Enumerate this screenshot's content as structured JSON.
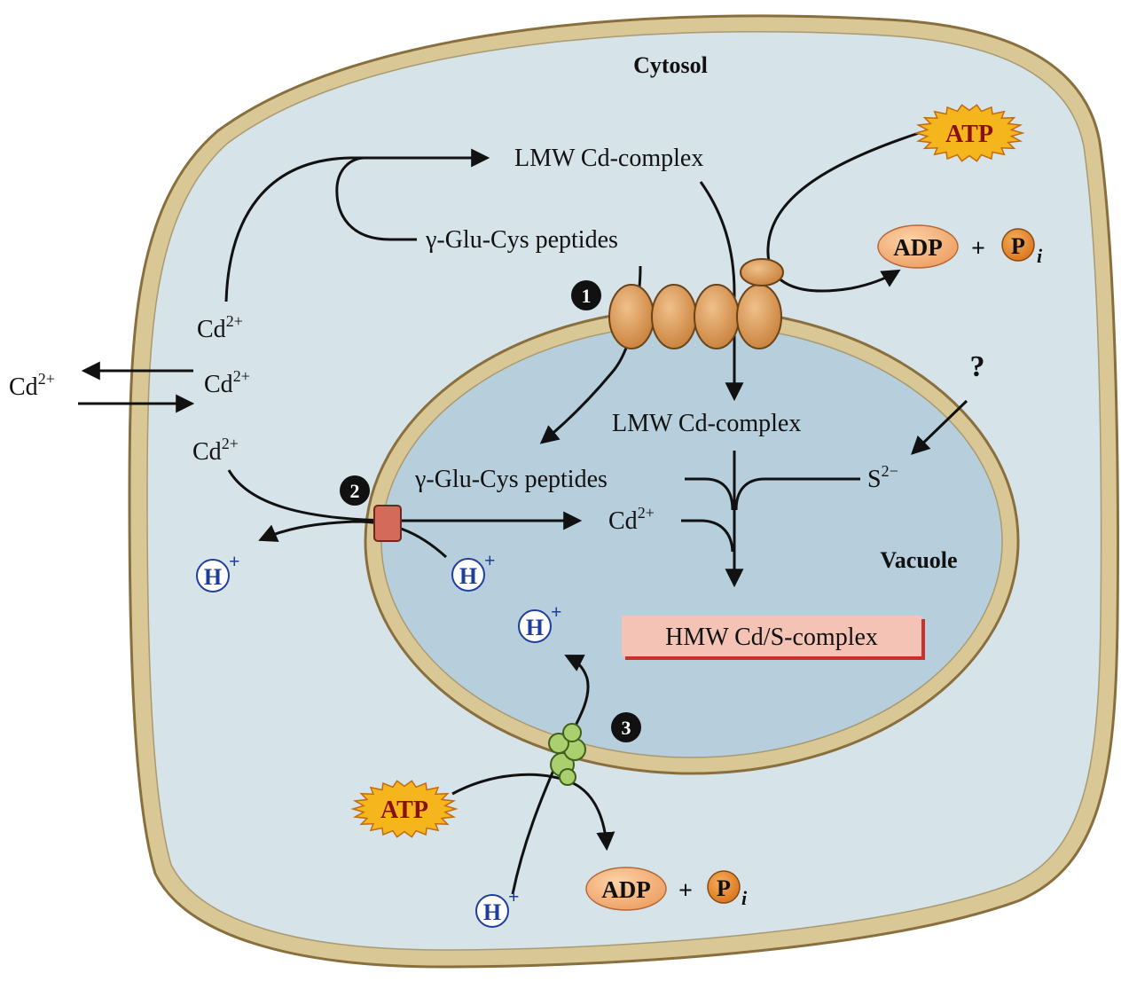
{
  "compartments": {
    "cytosol": "Cytosol",
    "vacuole": "Vacuole"
  },
  "labels": {
    "lmw_cytosol": "LMW Cd-complex",
    "glucys_cytosol": "γ-Glu-Cys peptides",
    "cd_cytosol_upper": "Cd",
    "cd_cytosol_mid": "Cd",
    "cd_outside": "Cd",
    "cd_cytosol_lower": "Cd",
    "lmw_vacuole": "LMW Cd-complex",
    "glucys_vacuole": "γ-Glu-Cys peptides",
    "cd_vacuole": "Cd",
    "sulfide": "S",
    "question": "?",
    "hmw_complex": "HMW Cd/S-complex"
  },
  "charges": {
    "cd": "2+",
    "sulfide": "2−",
    "proton": "+"
  },
  "molecules": {
    "atp": "ATP",
    "adp": "ADP",
    "plus": "+",
    "phosphate": "P",
    "phosphate_sub": "i",
    "proton": "H"
  },
  "steps": [
    "1",
    "2",
    "3"
  ],
  "colors": {
    "membrane": "#d9c796",
    "membrane_edge": "#8a6f3e",
    "cytosol_fill": "#d6e3e9",
    "vacuole_fill": "#b7cfdc",
    "transporter": "#d9974e",
    "antiporter": "#d36a5a",
    "pump": "#a9cf6e",
    "atp_burst": "#f5b51c",
    "adp_fill": "#f3b47a",
    "phosphate_fill": "#e58a2d",
    "proton_text": "#1f3e9c",
    "hmw_fill": "#f4c3b5",
    "hmw_edge": "#c8302a"
  }
}
